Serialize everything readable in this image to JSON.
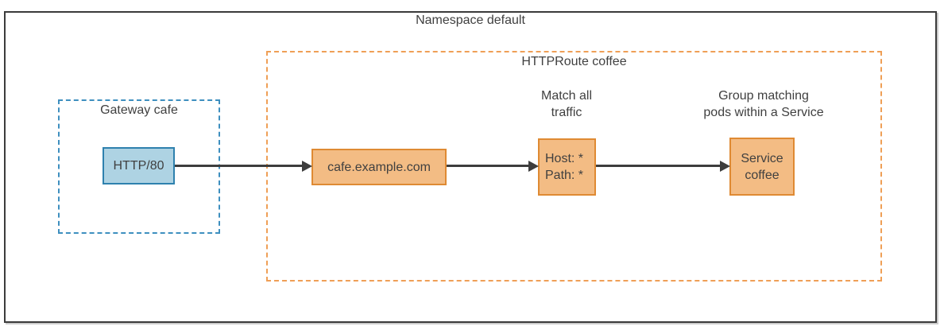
{
  "title": "Namespace default",
  "groups": {
    "gateway": {
      "label": "Gateway cafe"
    },
    "httproute": {
      "label": "HTTPRoute coffee"
    }
  },
  "nodes": {
    "listener": {
      "label": "HTTP/80"
    },
    "hostname": {
      "label": "cafe.example.com"
    },
    "match": {
      "line1": "Host: *",
      "line2": "Path: *"
    },
    "service": {
      "line1": "Service",
      "line2": "coffee"
    }
  },
  "annotations": {
    "match": {
      "line1": "Match all",
      "line2": "traffic"
    },
    "service": {
      "line1": "Group matching",
      "line2": "pods within a Service"
    }
  },
  "colors": {
    "outer_border": "#3b3b3b",
    "gateway_group_border": "#3e8fbf",
    "httproute_group_border": "#ef9f56",
    "listener_fill": "#aed3e3",
    "listener_border": "#2e81ae",
    "route_node_fill": "#f3bc84",
    "route_node_border": "#df8a33",
    "arrow": "#3d3d3d",
    "text": "#404040"
  }
}
